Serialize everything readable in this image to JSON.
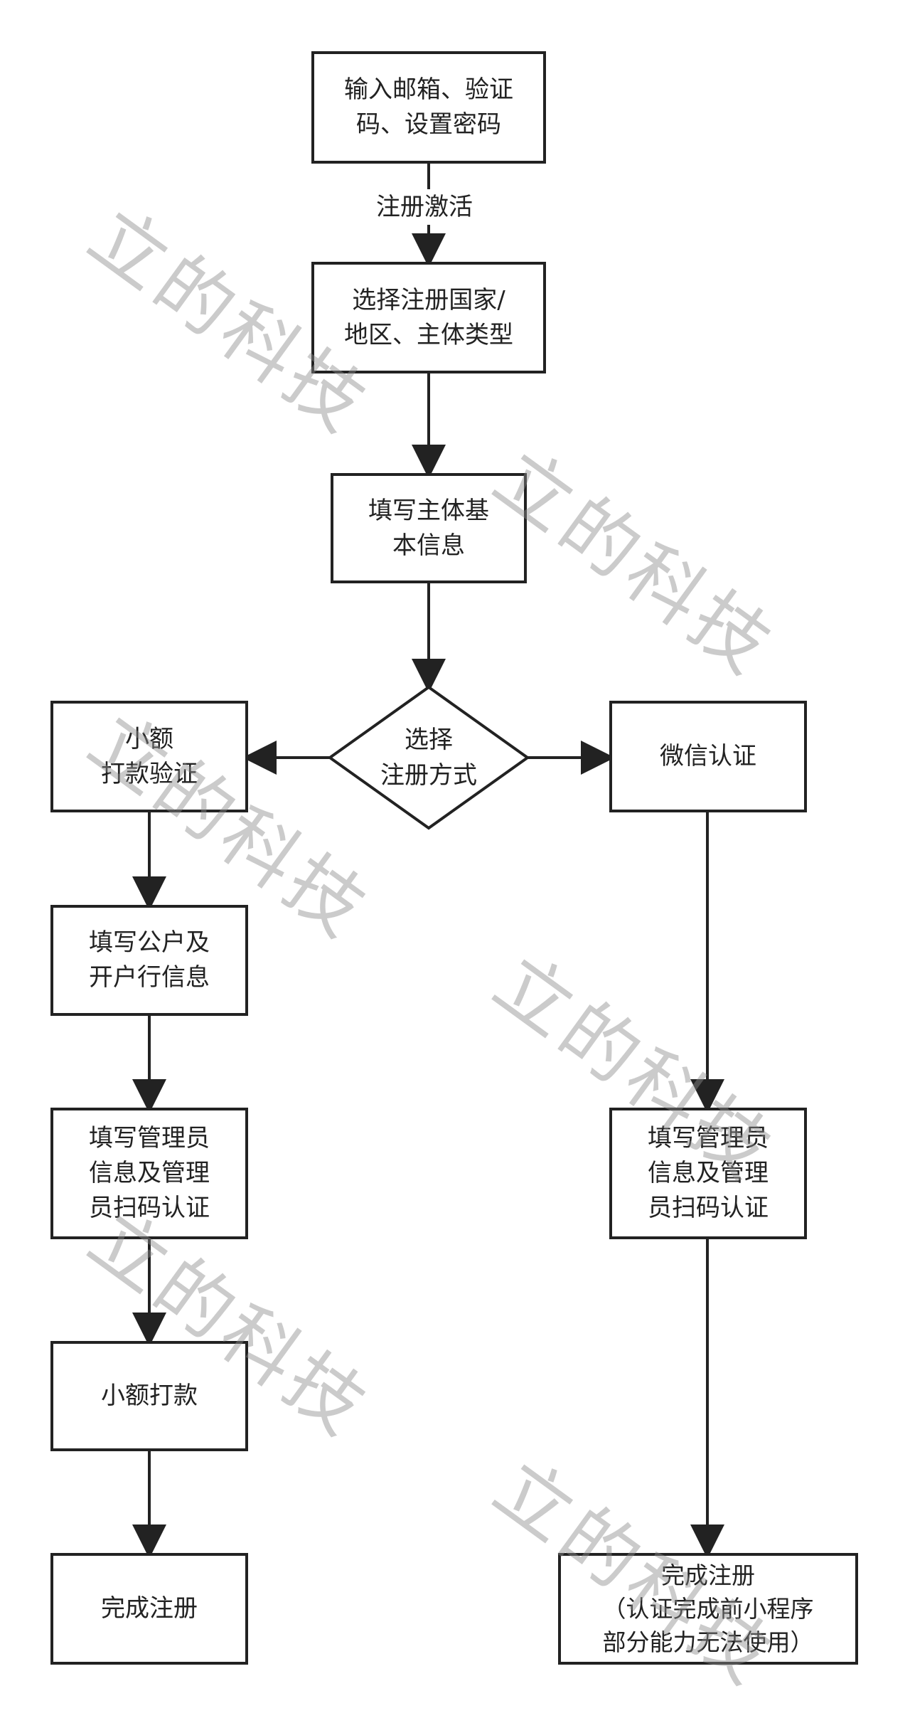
{
  "nodes": {
    "input": "输入邮箱、验证\n码、设置密码",
    "select_country": "选择注册国家/\n地区、主体类型",
    "basic_info": "填写主体基\n本信息",
    "decision": "选择\n注册方式",
    "small_payment_verify": "小额\n打款验证",
    "wechat_auth": "微信认证",
    "public_account": "填写公户及\n开户行信息",
    "admin_left": "填写管理员\n信息及管理\n员扫码认证",
    "admin_right": "填写管理员\n信息及管理\n员扫码认证",
    "small_payment": "小额打款",
    "complete_left": "完成注册",
    "complete_right": "完成注册\n（认证完成前小程序\n部分能力无法使用）"
  },
  "edges": {
    "activation_label": "注册激活"
  },
  "watermark": {
    "text": "立的科技"
  },
  "colors": {
    "stroke": "#222222",
    "watermark": "#8c8c8c"
  }
}
